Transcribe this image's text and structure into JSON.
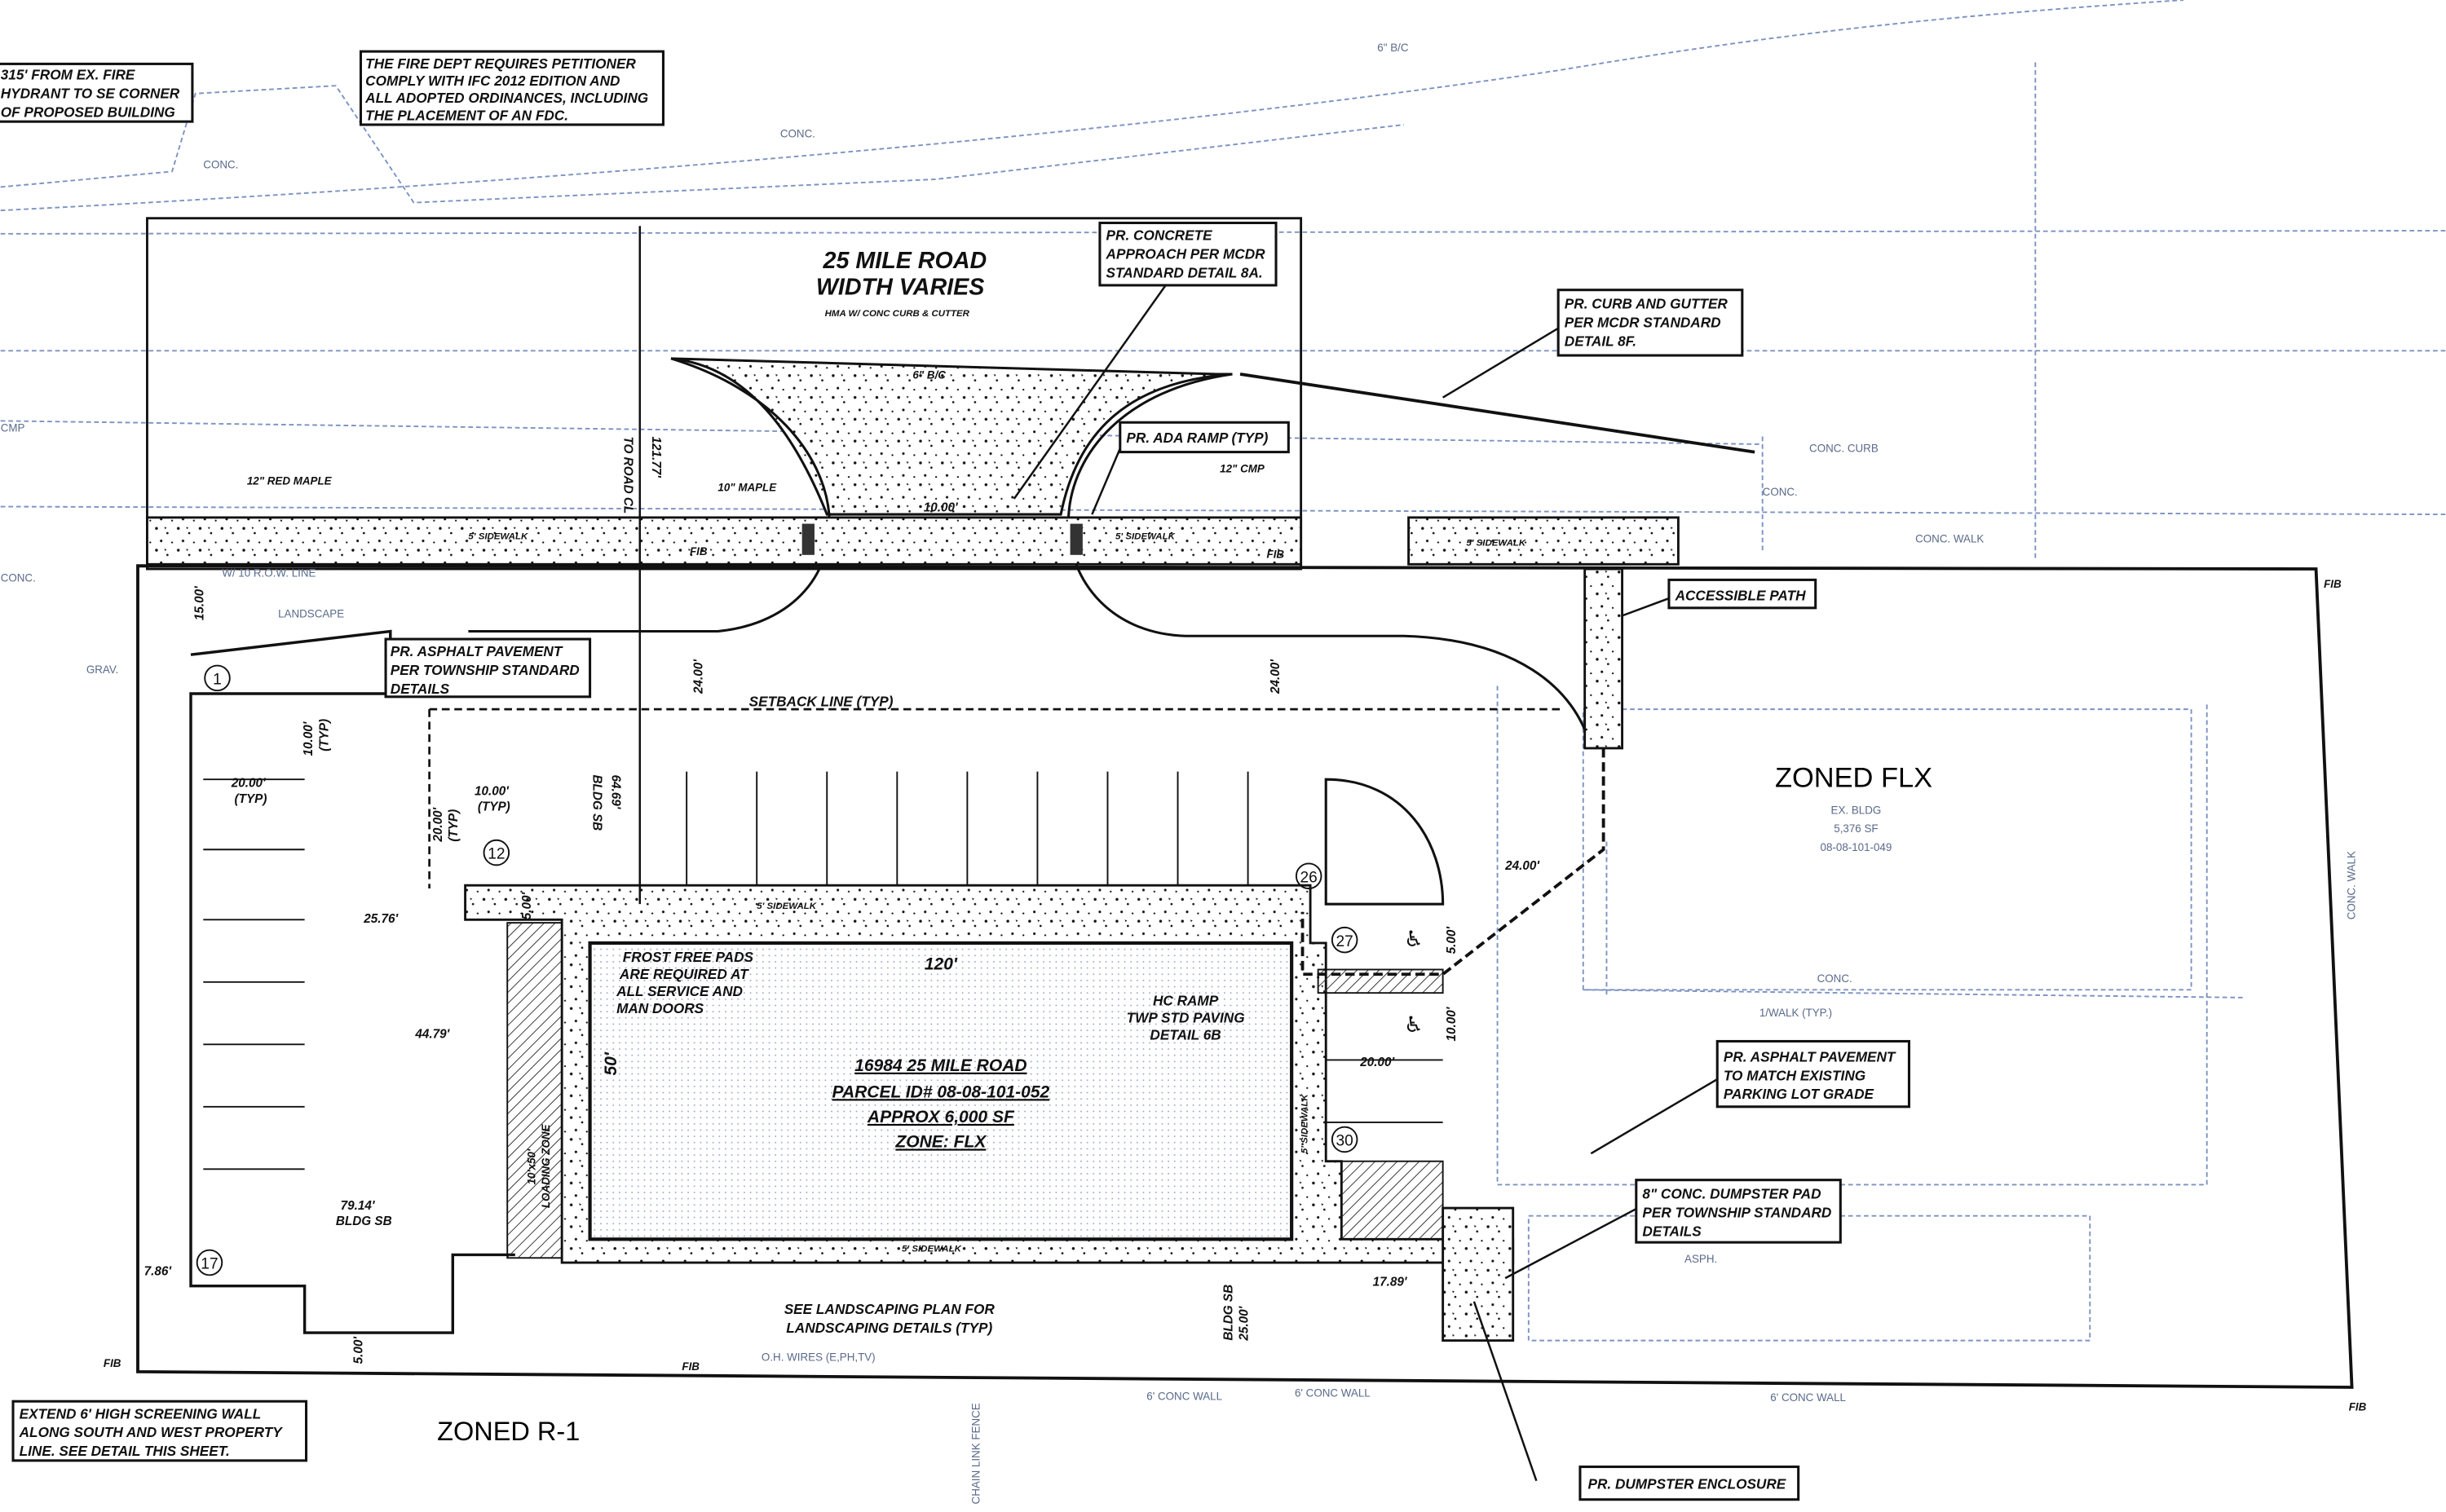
{
  "notes": {
    "fire_hydrant": [
      "315' FROM EX. FIRE",
      "HYDRANT TO SE CORNER",
      "OF PROPOSED BUILDING"
    ],
    "fire_dept": [
      "THE FIRE DEPT REQUIRES PETITIONER",
      "COMPLY WITH IFC 2012 EDITION AND",
      "ALL ADOPTED ORDINANCES, INCLUDING",
      "THE PLACEMENT OF AN FDC."
    ],
    "concrete_approach": [
      "PR. CONCRETE",
      "APPROACH PER MCDR",
      "STANDARD DETAIL 8A."
    ],
    "curb_gutter": [
      "PR. CURB AND GUTTER",
      "PER MCDR STANDARD",
      "DETAIL 8F."
    ],
    "ada_ramp": "PR. ADA RAMP (TYP)",
    "accessible_path": "ACCESSIBLE PATH",
    "asphalt_township": [
      "PR. ASPHALT PAVEMENT",
      "PER TOWNSHIP STANDARD",
      "DETAILS"
    ],
    "asphalt_match": [
      "PR. ASPHALT PAVEMENT",
      "TO MATCH EXISTING",
      "PARKING LOT GRADE"
    ],
    "dumpster_pad": [
      "8\" CONC. DUMPSTER PAD",
      "PER TOWNSHIP STANDARD",
      "DETAILS"
    ],
    "dumpster_enclosure": "PR. DUMPSTER ENCLOSURE",
    "screening_wall": [
      "EXTEND 6' HIGH SCREENING WALL",
      "ALONG SOUTH AND WEST PROPERTY",
      "LINE. SEE DETAIL THIS SHEET."
    ],
    "frost_free": [
      "FROST FREE PADS",
      "ARE REQUIRED AT",
      "ALL SERVICE AND",
      "MAN DOORS"
    ],
    "hc_ramp": [
      "HC RAMP",
      "TWP STD PAVING",
      "DETAIL 6B"
    ],
    "landscaping": [
      "SEE LANDSCAPING PLAN FOR",
      "LANDSCAPING DETAILS (TYP)"
    ]
  },
  "road": {
    "name": "25 MILE ROAD",
    "width": "WIDTH VARIES",
    "surface": "HMA W/ CONC CURB & CUTTER"
  },
  "building": {
    "lines": [
      "16984 25 MILE ROAD",
      "PARCEL ID# 08-08-101-052",
      "APPROX 6,000 SF",
      "ZONE: FLX"
    ],
    "width": "120'",
    "depth": "50'"
  },
  "zones": {
    "r1": "ZONED R-1",
    "flx": "ZONED FLX",
    "ex_bldg": [
      "EX. BLDG",
      "5,376 SF",
      "08-08-101-049"
    ]
  },
  "dims": {
    "d1": "10.00'",
    "d2": "24.00'",
    "d3": "24.00'",
    "d4": "24.00'",
    "d5": "25.76'",
    "d6": "44.79'",
    "d7": "79.14'",
    "d7b": "BLDG SB",
    "d8": "7.86'",
    "d9": "17.89'",
    "d10": "25.00'",
    "d10b": "BLDG SB",
    "d11": "20.00'",
    "d12": "10.00'",
    "d13": "5.00'",
    "d14": "15.00'",
    "d15": "121.77'",
    "d15b": "TO ROAD CL",
    "d16": "64.69'",
    "d16b": "BLDG SB",
    "d17": "10.00'",
    "d17b": "(TYP)",
    "d18": "20.00'",
    "d18b": "(TYP)",
    "d19": "20.00'",
    "d19b": "(TYP)",
    "d20": "10.00'",
    "d20b": "(TYP)",
    "d21": "5.00'",
    "d22": "5.00'"
  },
  "labels": {
    "conc1": "CONC.",
    "conc2": "CONC.",
    "conc3": "CONC.",
    "conc4": "CONC.",
    "bc1": "6\" B/C",
    "bc2": "6\" B/C",
    "maple12": "12\" RED MAPLE",
    "maple10": "10\" MAPLE",
    "cmp": "12\" CMP",
    "sidewalk1": "5' SIDEWALK",
    "sidewalk2": "5' SIDEWALK",
    "sidewalk3": "5' SIDEWALK",
    "sidewalk4": "5' SIDEWALK",
    "sidewalk5": "5' SIDEWALK",
    "sidewalk6": "5' SIDEWALK",
    "setback": "SETBACK LINE (TYP)",
    "loading": "10'x50'",
    "loading2": "LOADING ZONE",
    "conc_curb": "CONC. CURB",
    "conc_walk": "CONC. WALK",
    "conc_walk2": "CONC. WALK",
    "walk_typ": "1/WALK (TYP.)",
    "asph": "ASPH.",
    "grav": "GRAV.",
    "landscape": "LANDSCAPE",
    "row": "W/ 10 R.O.W. LINE",
    "ohwires": "O.H. WIRES (E,PH,TV)",
    "conc_wall1": "6' CONC WALL",
    "conc_wall2": "6' CONC WALL",
    "conc_wall3": "6' CONC WALL",
    "fence": "CHAIN LINK FENCE",
    "fib1": "FIB",
    "fib2": "FIB",
    "fib3": "FIB",
    "fib4": "FIB",
    "fib5": "FIB",
    "fib6": "FIB",
    "cmp2": "CMP",
    "conc5": "CONC."
  },
  "stalls": {
    "s1": "1",
    "s12": "12",
    "s26": "26",
    "s27": "27",
    "s30": "30",
    "s17": "17"
  }
}
